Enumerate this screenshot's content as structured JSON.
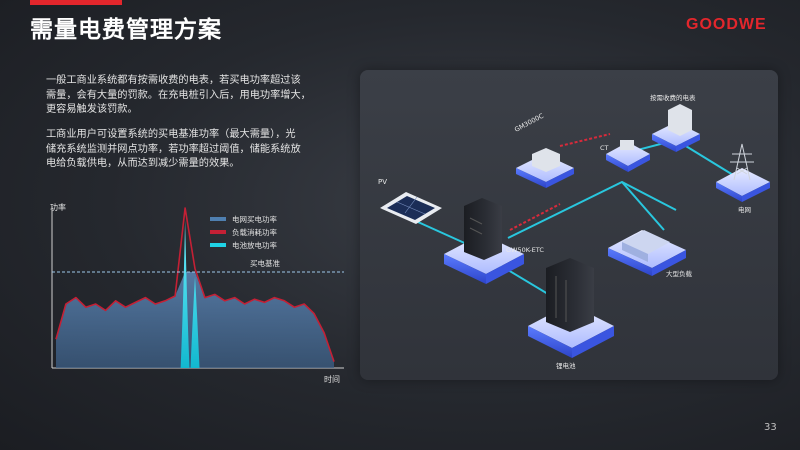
{
  "slide": {
    "title": "需量电费管理方案",
    "logo": "GOODWE",
    "page_number": "33",
    "paragraph1": [
      "一般工商业系统都有按需收费的电表，若买电功率超过该",
      "需量，会有大量的罚款。在充电桩引入后，用电功率增大，",
      "更容易触发该罚款。"
    ],
    "paragraph2": [
      "工商业用户可设置系统的买电基准功率（最大需量），光",
      "储充系统监测并网点功率，若功率超过阈值，储能系统放",
      "电给负载供电，从而达到减少需量的效果。"
    ]
  },
  "chart_data": {
    "type": "area",
    "ylabel": "功率",
    "xlabel": "时间",
    "threshold_label": "买电基准",
    "threshold": 0.6,
    "ylim": [
      0,
      1
    ],
    "legend_position": "top-right",
    "series": [
      {
        "name": "电网买电功率",
        "color": "#4f7fb0"
      },
      {
        "name": "负载消耗功率",
        "color": "#c42035"
      },
      {
        "name": "电池放电功率",
        "color": "#1fd3e6"
      }
    ],
    "load_profile": [
      0.18,
      0.4,
      0.44,
      0.38,
      0.4,
      0.36,
      0.42,
      0.38,
      0.41,
      0.44,
      0.4,
      0.42,
      0.45,
      1.0,
      0.62,
      0.44,
      0.46,
      0.42,
      0.44,
      0.4,
      0.43,
      0.41,
      0.44,
      0.42,
      0.38,
      0.4,
      0.34,
      0.22,
      0.04
    ]
  },
  "diagram": {
    "labels": {
      "pv": "PV",
      "meter": "GM3000C",
      "ct": "CT",
      "demand_meter": "按需收费的电表",
      "grid": "电网",
      "inverter": "GW50K-ETC",
      "load": "大型负载",
      "battery": "锂电池"
    },
    "colors": {
      "cable_cyan": "#29c7de",
      "cable_red": "#d82a3b",
      "base_blue": "#4a6dff",
      "device_dark": "#23262c"
    }
  }
}
